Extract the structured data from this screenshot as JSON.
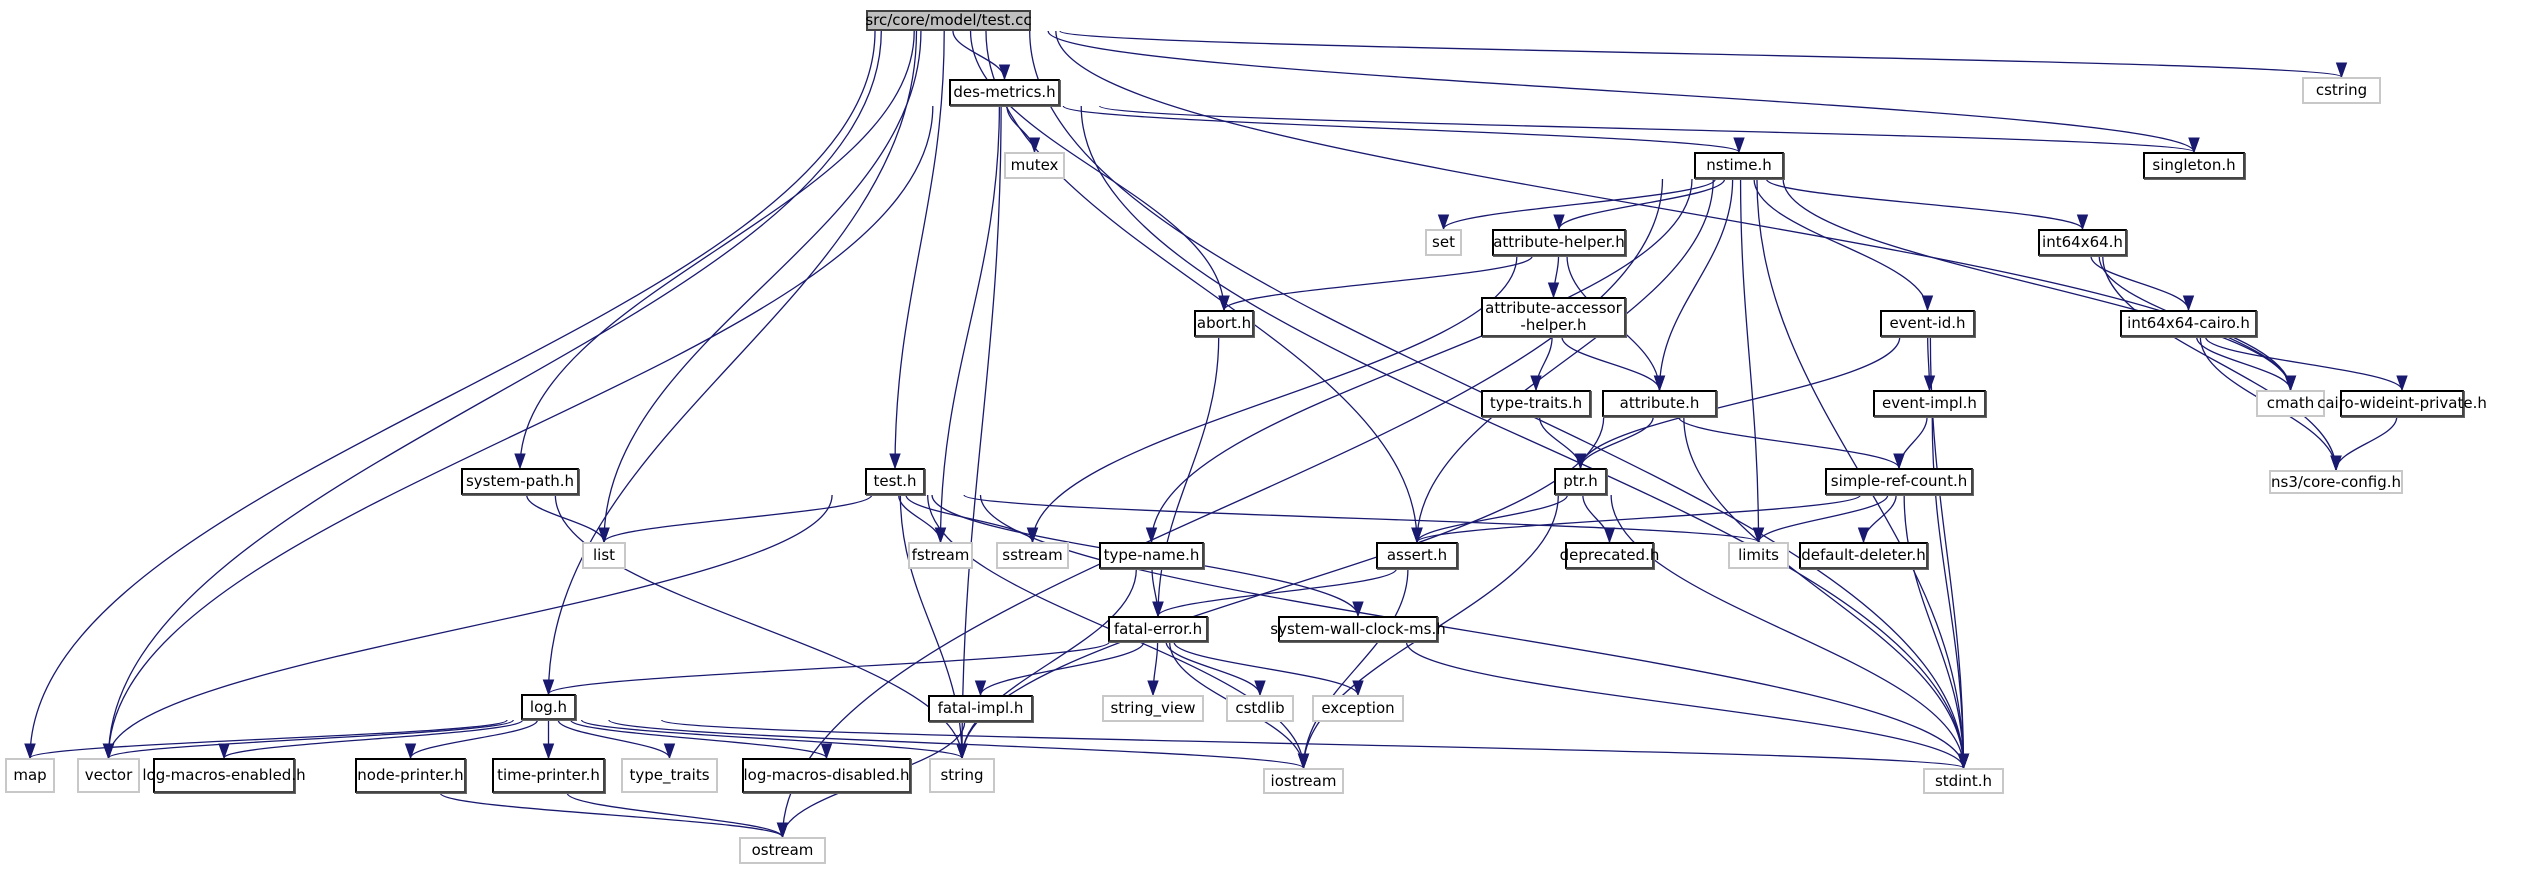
{
  "title": "src/core/model/test.cc",
  "colors": {
    "edge": "#191970",
    "root_fill": "#bfbfbf",
    "local_border": "#000000",
    "system_border": "#c8c8c8"
  },
  "nodes": [
    {
      "id": "test_cc",
      "label": "src/core/model/test.cc",
      "kind": "root"
    },
    {
      "id": "des_metrics",
      "label": "des-metrics.h",
      "kind": "local"
    },
    {
      "id": "mutex",
      "label": "mutex",
      "kind": "system"
    },
    {
      "id": "cstring",
      "label": "cstring",
      "kind": "system"
    },
    {
      "id": "singleton",
      "label": "singleton.h",
      "kind": "local"
    },
    {
      "id": "nstime",
      "label": "nstime.h",
      "kind": "local"
    },
    {
      "id": "set",
      "label": "set",
      "kind": "system"
    },
    {
      "id": "attribute_helper",
      "label": "attribute-helper.h",
      "kind": "local"
    },
    {
      "id": "int64x64",
      "label": "int64x64.h",
      "kind": "local"
    },
    {
      "id": "abort",
      "label": "abort.h",
      "kind": "local"
    },
    {
      "id": "attribute_accessor_helper",
      "label": "attribute-accessor\n-helper.h",
      "kind": "local"
    },
    {
      "id": "event_id",
      "label": "event-id.h",
      "kind": "local"
    },
    {
      "id": "int64x64_cairo",
      "label": "int64x64-cairo.h",
      "kind": "local"
    },
    {
      "id": "type_traits_h",
      "label": "type-traits.h",
      "kind": "local"
    },
    {
      "id": "attribute",
      "label": "attribute.h",
      "kind": "local"
    },
    {
      "id": "event_impl",
      "label": "event-impl.h",
      "kind": "local"
    },
    {
      "id": "cmath",
      "label": "cmath",
      "kind": "system"
    },
    {
      "id": "cairo_wideint",
      "label": "cairo-wideint-private.h",
      "kind": "local"
    },
    {
      "id": "system_path",
      "label": "system-path.h",
      "kind": "local"
    },
    {
      "id": "test_h",
      "label": "test.h",
      "kind": "local"
    },
    {
      "id": "ptr",
      "label": "ptr.h",
      "kind": "local"
    },
    {
      "id": "simple_ref_count",
      "label": "simple-ref-count.h",
      "kind": "local"
    },
    {
      "id": "core_config",
      "label": "ns3/core-config.h",
      "kind": "system"
    },
    {
      "id": "list",
      "label": "list",
      "kind": "system"
    },
    {
      "id": "fstream",
      "label": "fstream",
      "kind": "system"
    },
    {
      "id": "sstream",
      "label": "sstream",
      "kind": "system"
    },
    {
      "id": "type_name",
      "label": "type-name.h",
      "kind": "local"
    },
    {
      "id": "assert",
      "label": "assert.h",
      "kind": "local"
    },
    {
      "id": "deprecated",
      "label": "deprecated.h",
      "kind": "local"
    },
    {
      "id": "limits",
      "label": "limits",
      "kind": "system"
    },
    {
      "id": "default_deleter",
      "label": "default-deleter.h",
      "kind": "local"
    },
    {
      "id": "fatal_error",
      "label": "fatal-error.h",
      "kind": "local"
    },
    {
      "id": "system_wall_clock",
      "label": "system-wall-clock-ms.h",
      "kind": "local"
    },
    {
      "id": "log",
      "label": "log.h",
      "kind": "local"
    },
    {
      "id": "fatal_impl",
      "label": "fatal-impl.h",
      "kind": "local"
    },
    {
      "id": "string_view",
      "label": "string_view",
      "kind": "system"
    },
    {
      "id": "cstdlib",
      "label": "cstdlib",
      "kind": "system"
    },
    {
      "id": "exception",
      "label": "exception",
      "kind": "system"
    },
    {
      "id": "map",
      "label": "map",
      "kind": "system"
    },
    {
      "id": "vector",
      "label": "vector",
      "kind": "system"
    },
    {
      "id": "log_macros_enabled",
      "label": "log-macros-enabled.h",
      "kind": "local"
    },
    {
      "id": "node_printer",
      "label": "node-printer.h",
      "kind": "local"
    },
    {
      "id": "time_printer",
      "label": "time-printer.h",
      "kind": "local"
    },
    {
      "id": "type_traits",
      "label": "type_traits",
      "kind": "system"
    },
    {
      "id": "log_macros_disabled",
      "label": "log-macros-disabled.h",
      "kind": "local"
    },
    {
      "id": "string",
      "label": "string",
      "kind": "system"
    },
    {
      "id": "iostream",
      "label": "iostream",
      "kind": "system"
    },
    {
      "id": "stdint",
      "label": "stdint.h",
      "kind": "system"
    },
    {
      "id": "ostream",
      "label": "ostream",
      "kind": "system"
    }
  ],
  "edges": [
    [
      "test_cc",
      "des_metrics"
    ],
    [
      "test_cc",
      "cstring"
    ],
    [
      "test_cc",
      "singleton"
    ],
    [
      "test_cc",
      "cmath"
    ],
    [
      "test_cc",
      "abort"
    ],
    [
      "test_cc",
      "assert"
    ],
    [
      "test_cc",
      "test_h"
    ],
    [
      "test_cc",
      "system_path"
    ],
    [
      "test_cc",
      "list"
    ],
    [
      "test_cc",
      "log"
    ],
    [
      "test_cc",
      "vector"
    ],
    [
      "test_cc",
      "map"
    ],
    [
      "test_cc",
      "stdint"
    ],
    [
      "des_metrics",
      "mutex"
    ],
    [
      "des_metrics",
      "nstime"
    ],
    [
      "des_metrics",
      "singleton"
    ],
    [
      "des_metrics",
      "stdint"
    ],
    [
      "des_metrics",
      "fstream"
    ],
    [
      "des_metrics",
      "string"
    ],
    [
      "des_metrics",
      "vector"
    ],
    [
      "nstime",
      "set"
    ],
    [
      "nstime",
      "attribute_helper"
    ],
    [
      "nstime",
      "int64x64"
    ],
    [
      "nstime",
      "event_id"
    ],
    [
      "nstime",
      "cmath"
    ],
    [
      "nstime",
      "attribute"
    ],
    [
      "nstime",
      "assert"
    ],
    [
      "nstime",
      "limits"
    ],
    [
      "nstime",
      "type_name"
    ],
    [
      "nstime",
      "stdint"
    ],
    [
      "nstime",
      "ostream"
    ],
    [
      "attribute_helper",
      "abort"
    ],
    [
      "attribute_helper",
      "attribute_accessor_helper"
    ],
    [
      "attribute_helper",
      "attribute"
    ],
    [
      "attribute_helper",
      "sstream"
    ],
    [
      "attribute_accessor_helper",
      "type_traits_h"
    ],
    [
      "attribute_accessor_helper",
      "attribute"
    ],
    [
      "type_traits_h",
      "ptr"
    ],
    [
      "attribute",
      "ptr"
    ],
    [
      "attribute",
      "simple_ref_count"
    ],
    [
      "attribute",
      "string"
    ],
    [
      "attribute",
      "stdint"
    ],
    [
      "int64x64",
      "int64x64_cairo"
    ],
    [
      "int64x64",
      "core_config"
    ],
    [
      "int64x64",
      "cmath"
    ],
    [
      "int64x64_cairo",
      "cmath"
    ],
    [
      "int64x64_cairo",
      "cairo_wideint"
    ],
    [
      "int64x64_cairo",
      "core_config"
    ],
    [
      "cairo_wideint",
      "core_config"
    ],
    [
      "event_id",
      "event_impl"
    ],
    [
      "event_id",
      "ptr"
    ],
    [
      "event_id",
      "stdint"
    ],
    [
      "event_impl",
      "simple_ref_count"
    ],
    [
      "event_impl",
      "stdint"
    ],
    [
      "abort",
      "fatal_error"
    ],
    [
      "ptr",
      "assert"
    ],
    [
      "ptr",
      "deprecated"
    ],
    [
      "ptr",
      "iostream"
    ],
    [
      "ptr",
      "stdint"
    ],
    [
      "simple_ref_count",
      "assert"
    ],
    [
      "simple_ref_count",
      "limits"
    ],
    [
      "simple_ref_count",
      "default_deleter"
    ],
    [
      "simple_ref_count",
      "stdint"
    ],
    [
      "system_path",
      "list"
    ],
    [
      "system_path",
      "string"
    ],
    [
      "test_h",
      "list"
    ],
    [
      "test_h",
      "fstream"
    ],
    [
      "test_h",
      "sstream"
    ],
    [
      "test_h",
      "limits"
    ],
    [
      "test_h",
      "string"
    ],
    [
      "test_h",
      "iostream"
    ],
    [
      "test_h",
      "stdint"
    ],
    [
      "test_h",
      "vector"
    ],
    [
      "test_h",
      "system_wall_clock"
    ],
    [
      "type_name",
      "fatal_error"
    ],
    [
      "type_name",
      "string"
    ],
    [
      "assert",
      "fatal_error"
    ],
    [
      "assert",
      "iostream"
    ],
    [
      "fatal_error",
      "log"
    ],
    [
      "fatal_error",
      "fatal_impl"
    ],
    [
      "fatal_error",
      "string_view"
    ],
    [
      "fatal_error",
      "cstdlib"
    ],
    [
      "fatal_error",
      "exception"
    ],
    [
      "fatal_error",
      "iostream"
    ],
    [
      "system_wall_clock",
      "stdint"
    ],
    [
      "fatal_impl",
      "ostream"
    ],
    [
      "log",
      "map"
    ],
    [
      "log",
      "vector"
    ],
    [
      "log",
      "log_macros_enabled"
    ],
    [
      "log",
      "node_printer"
    ],
    [
      "log",
      "time_printer"
    ],
    [
      "log",
      "type_traits"
    ],
    [
      "log",
      "log_macros_disabled"
    ],
    [
      "log",
      "string"
    ],
    [
      "log",
      "iostream"
    ],
    [
      "log",
      "stdint"
    ],
    [
      "node_printer",
      "ostream"
    ],
    [
      "time_printer",
      "ostream"
    ]
  ]
}
